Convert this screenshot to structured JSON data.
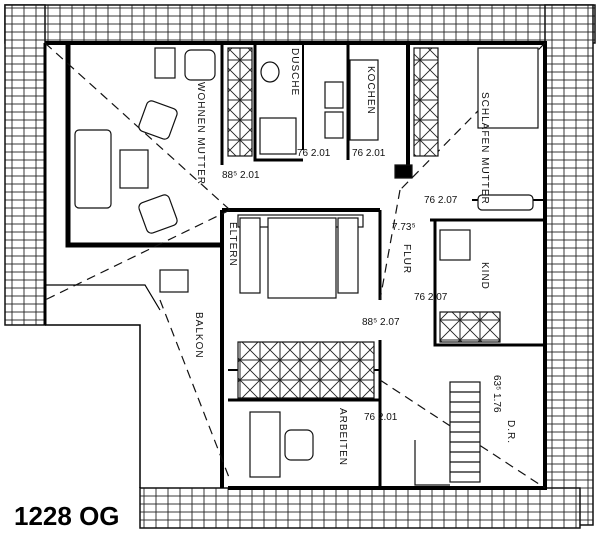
{
  "plan": {
    "sheet_label": "1228 OG",
    "rooms": {
      "wohnen_mutter": "WOHNEN MUTTER",
      "dusche": "DUSCHE",
      "kochen": "KOCHEN",
      "schlafen_mutter": "SCHLAFEN MUTTER",
      "eltern": "ELTERN",
      "flur": "FLUR",
      "kind": "KIND",
      "balkon": "BALKON",
      "arbeiten": "ARBEITEN",
      "dachraum": "D.R."
    },
    "dimensions": {
      "wohnen_door": "88⁵ 2.01",
      "dusche_door": "76 2.01",
      "kochen_door": "76 2.01",
      "schlafen_door": "76 2.07",
      "flur_height": "7.73⁵",
      "kind_door": "76 2.07",
      "eltern_door": "88⁵ 2.07",
      "arbeiten_door": "76 2.01",
      "dr_door": "63⁵ 1.76"
    }
  }
}
